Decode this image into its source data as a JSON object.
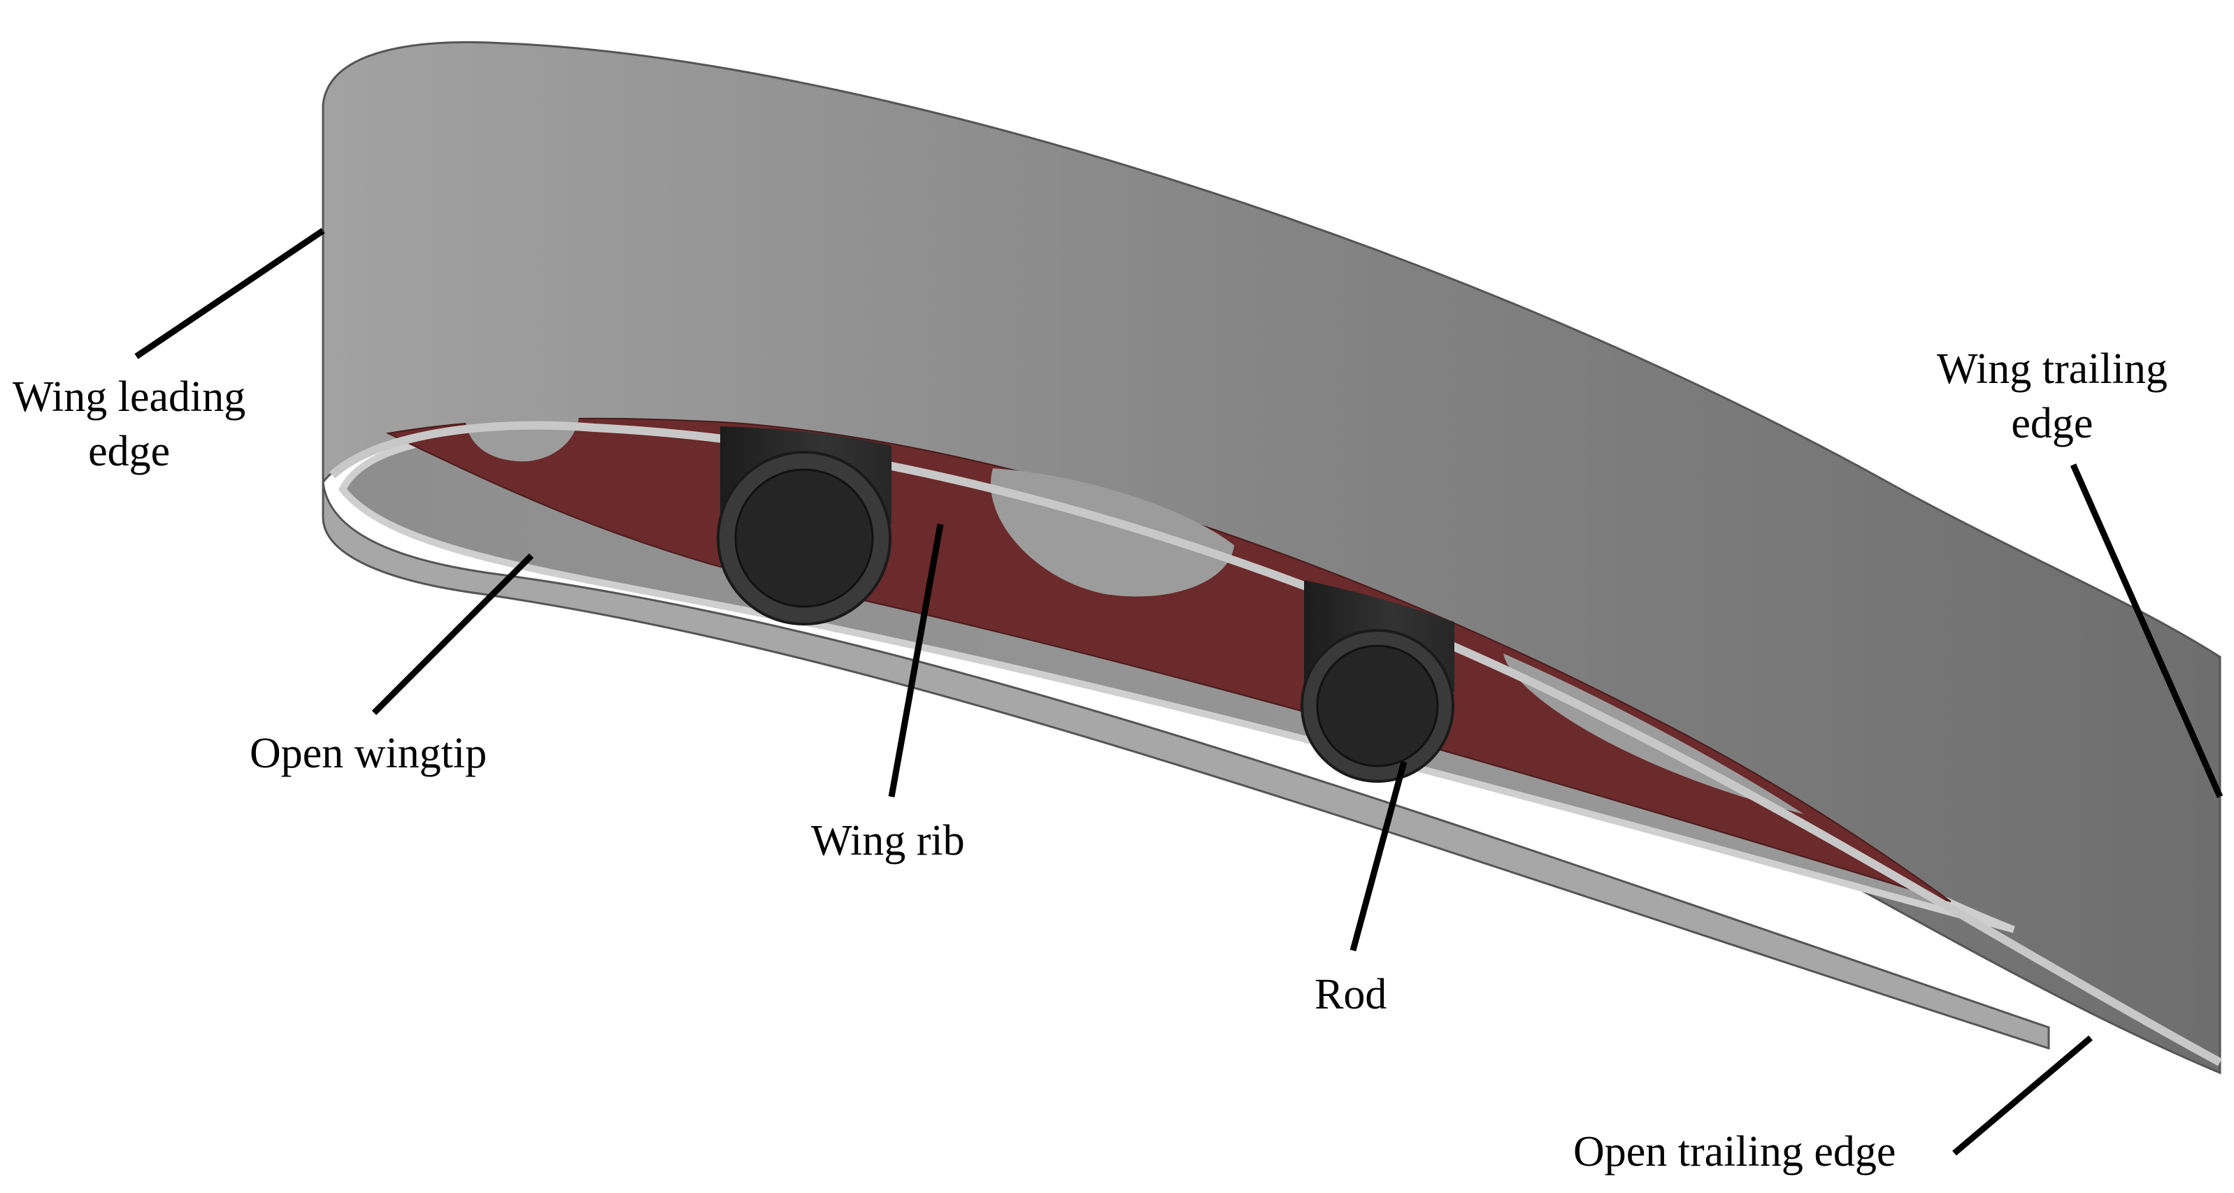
{
  "labels": {
    "wing_leading_edge": [
      "Wing leading",
      "edge"
    ],
    "wing_trailing_edge": [
      "Wing trailing",
      "edge"
    ],
    "open_wingtip": "Open wingtip",
    "wing_rib": "Wing rib",
    "rod": "Rod",
    "open_trailing_edge": "Open trailing edge"
  },
  "colors": {
    "skin_light": "#9a9a9a",
    "skin_dark": "#6f6f6f",
    "skin_edge": "#c8c8c8",
    "rib": "#6b2a2b",
    "rod": "#2a2a2a",
    "leader_line": "#000000"
  }
}
